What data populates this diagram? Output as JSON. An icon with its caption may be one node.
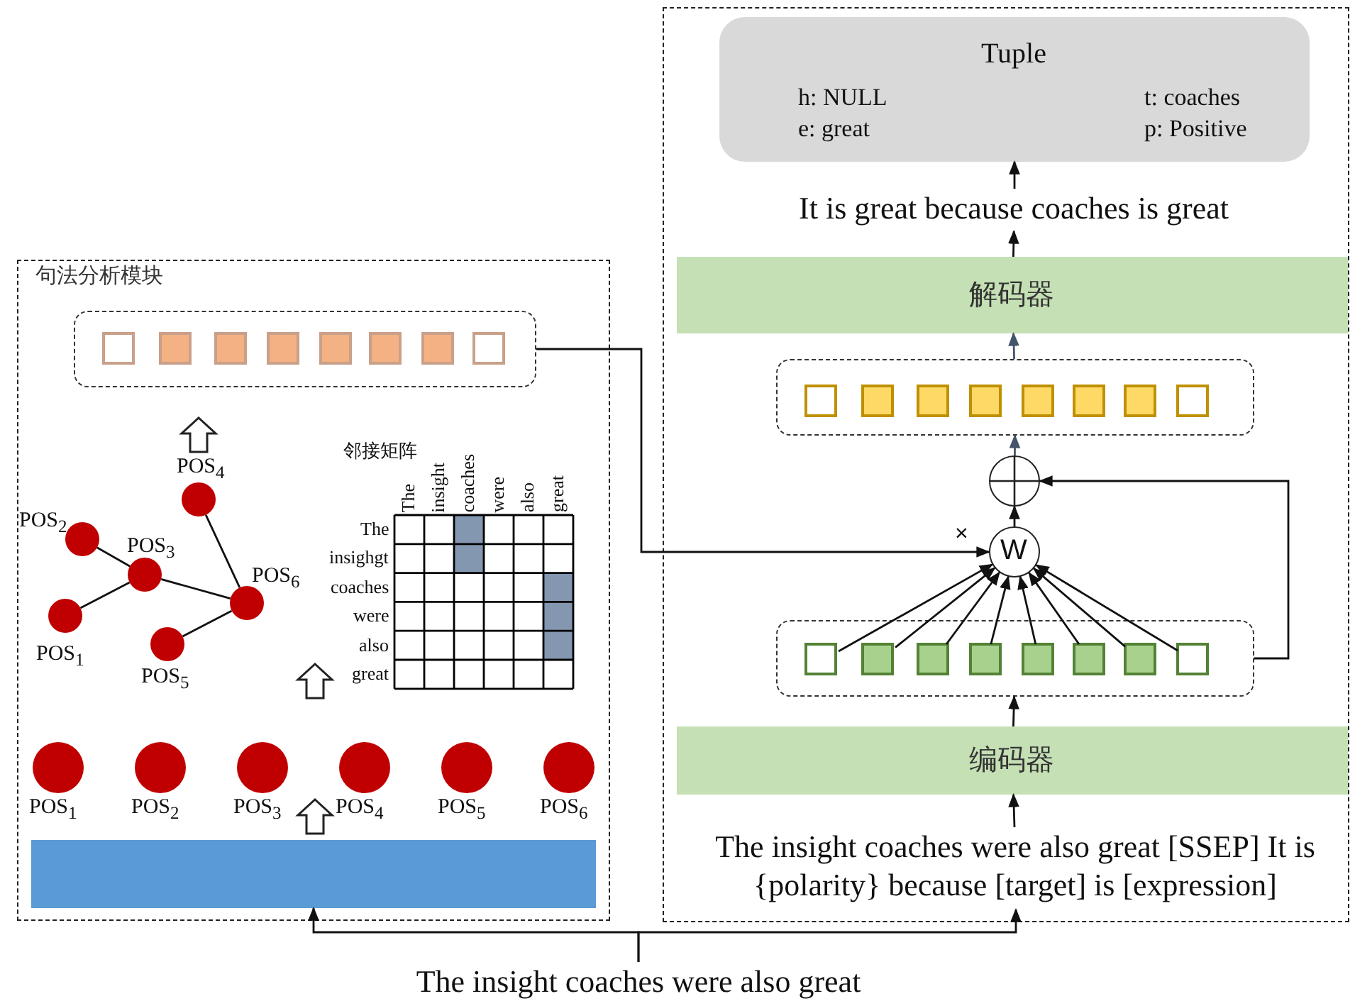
{
  "diagram": {
    "nodes": [
      {
        "text": [
          "句法分析模块"
        ]
      },
      {
        "text": [],
        "shape": "box",
        "in": 0
      },
      {
        "text": [],
        "shape": "box",
        "in": 1
      },
      {
        "text": [],
        "shape": "box",
        "in": 1
      },
      {
        "text": [],
        "shape": "box",
        "in": 1
      },
      {
        "text": [],
        "shape": "box",
        "in": 1
      },
      {
        "text": [],
        "shape": "box",
        "in": 1
      },
      {
        "text": [],
        "shape": "box",
        "in": 1
      },
      {
        "text": [],
        "shape": "box",
        "in": 1
      },
      {
        "text": [],
        "shape": "box",
        "in": 1
      },
      {
        "text": [],
        "shape": "circle",
        "in": 0,
        "beside": [
          "POS$_{2}$"
        ]
      },
      {
        "text": [],
        "shape": "circle",
        "in": 0,
        "beside": [
          "POS$_{3}$"
        ]
      },
      {
        "text": [],
        "shape": "circle",
        "in": 0,
        "beside": [
          "POS$_{1}$"
        ]
      },
      {
        "text": [],
        "shape": "circle",
        "in": 0,
        "beside": [
          "POS$_{4}$"
        ]
      },
      {
        "text": [],
        "shape": "circle",
        "in": 0,
        "beside": [
          "POS$_{6}$"
        ]
      },
      {
        "text": [],
        "shape": "circle",
        "in": 0,
        "beside": [
          "POS$_{5}$"
        ]
      },
      {
        "text": [],
        "shape": "circle",
        "in": 0,
        "beside": [
          "POS$_{1}$"
        ]
      },
      {
        "text": [],
        "shape": "circle",
        "in": 0,
        "beside": [
          "POS$_{2}$"
        ]
      },
      {
        "text": [],
        "shape": "circle",
        "in": 0,
        "beside": [
          "POS$_{3}$"
        ]
      },
      {
        "text": [],
        "shape": "circle",
        "in": 0,
        "beside": [
          "POS$_{4}$"
        ]
      },
      {
        "text": [],
        "shape": "circle",
        "in": 0,
        "beside": [
          "POS$_{5}$"
        ]
      },
      {
        "text": [],
        "shape": "circle",
        "in": 0,
        "beside": [
          "POS$_{6}$"
        ]
      },
      {
        "text": [],
        "shape": "box",
        "in": 0
      },
      {
        "text": [],
        "shape": "box"
      },
      {
        "text": [
          "Tuple",
          "h: NULL",
          "t: coaches",
          "e: great",
          "p: Positive"
        ],
        "in": 23
      },
      {
        "text": [
          "It is great because coaches is great"
        ],
        "in": 23
      },
      {
        "text": [
          "解码器"
        ],
        "in": 23
      },
      {
        "text": [],
        "shape": "box",
        "in": 23
      },
      {
        "text": [],
        "shape": "box",
        "in": 27
      },
      {
        "text": [],
        "shape": "box",
        "in": 27
      },
      {
        "text": [],
        "shape": "box",
        "in": 27
      },
      {
        "text": [],
        "shape": "box",
        "in": 27
      },
      {
        "text": [],
        "shape": "box",
        "in": 27
      },
      {
        "text": [],
        "shape": "box",
        "in": 27
      },
      {
        "text": [],
        "shape": "box",
        "in": 27
      },
      {
        "text": [],
        "shape": "box",
        "in": 27
      },
      {
        "text": [],
        "shape": "circle",
        "in": 23
      },
      {
        "text": [
          "W"
        ],
        "in": 23
      },
      {
        "text": [],
        "shape": "box",
        "in": 23
      },
      {
        "text": [],
        "shape": "box",
        "in": 38
      },
      {
        "text": [],
        "shape": "box",
        "in": 38
      },
      {
        "text": [],
        "shape": "box",
        "in": 38
      },
      {
        "text": [],
        "shape": "box",
        "in": 38
      },
      {
        "text": [],
        "shape": "box",
        "in": 38
      },
      {
        "text": [],
        "shape": "box",
        "in": 38
      },
      {
        "text": [],
        "shape": "box",
        "in": 38
      },
      {
        "text": [],
        "shape": "box",
        "in": 38
      },
      {
        "text": [
          "编码器"
        ],
        "in": 23
      },
      {
        "text": [
          "The insight coaches were also great [SSEP] It is {polarity} because [target] is [expression]"
        ],
        "in": 23
      },
      {
        "text": [
          "The insight coaches were also great"
        ]
      }
    ],
    "edges": [
      {
        "from": 10,
        "to": 11,
        "arrow": "none"
      },
      {
        "from": 11,
        "to": 12,
        "arrow": "none"
      },
      {
        "from": 11,
        "to": 14,
        "arrow": "none"
      },
      {
        "from": 13,
        "to": 14,
        "arrow": "none"
      },
      {
        "from": 15,
        "to": 14,
        "arrow": "none"
      },
      {
        "from": 49,
        "to": 22,
        "arrow": "to"
      },
      {
        "from": 49,
        "to": 48,
        "arrow": "to"
      },
      {
        "from": 48,
        "to": 47,
        "arrow": "to"
      },
      {
        "from": 47,
        "to": 38,
        "arrow": "to"
      },
      {
        "from": 39,
        "to": 37,
        "arrow": "to"
      },
      {
        "from": 40,
        "to": 37,
        "arrow": "to"
      },
      {
        "from": 41,
        "to": 37,
        "arrow": "to"
      },
      {
        "from": 42,
        "to": 37,
        "arrow": "to"
      },
      {
        "from": 43,
        "to": 37,
        "arrow": "to"
      },
      {
        "from": 44,
        "to": 37,
        "arrow": "to"
      },
      {
        "from": 45,
        "to": 37,
        "arrow": "to"
      },
      {
        "from": 46,
        "to": 37,
        "arrow": "to"
      },
      {
        "from": 38,
        "to": 36,
        "arrow": "to"
      },
      {
        "from": 1,
        "to": 37,
        "arrow": "to"
      },
      {
        "from": 37,
        "to": 36,
        "arrow": "to"
      },
      {
        "from": 36,
        "to": 27,
        "arrow": "to",
        "color": "#44546a"
      },
      {
        "from": 27,
        "to": 26,
        "arrow": "to",
        "color": "#44546a"
      },
      {
        "from": 26,
        "to": 25,
        "arrow": "to"
      },
      {
        "from": 25,
        "to": 24,
        "arrow": "to"
      },
      {
        "from": 22,
        "to": 19,
        "arrow": "to",
        "style": "thick"
      },
      {
        "from": 19,
        "to": 14,
        "arrow": "to",
        "style": "thick"
      },
      {
        "from": 13,
        "to": 1,
        "arrow": "to",
        "style": "thick"
      }
    ],
    "labels": [
      "邻接矩阵",
      "The",
      "insight",
      "coaches",
      "were",
      "also",
      "great",
      "The",
      "insighgt",
      "coaches",
      "were",
      "also",
      "great",
      "×"
    ]
  }
}
